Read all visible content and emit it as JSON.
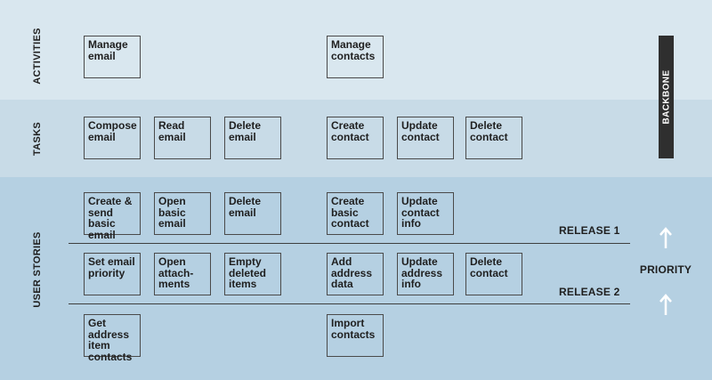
{
  "rows": {
    "activities": "ACTIVITIES",
    "tasks": "TASKS",
    "user_stories": "USER STORIES"
  },
  "activities": [
    "Manage\nemail",
    "Manage\ncontacts"
  ],
  "tasks": [
    "Compose\nemail",
    "Read\nemail",
    "Delete\nemail",
    "Create\ncontact",
    "Update\ncontact",
    "Delete\ncontact"
  ],
  "stories_release1": [
    "Create &\nsend basic\nemail",
    "Open\nbasic\nemail",
    "Delete\nemail",
    "Create\nbasic\ncontact",
    "Update\ncontact\ninfo"
  ],
  "stories_release2": [
    "Set email\npriority",
    "Open\nattach-\nments",
    "Empty\ndeleted\nitems",
    "Add\naddress\ndata",
    "Update\naddress\ninfo",
    "Delete\ncontact"
  ],
  "stories_later": [
    "Get address\nitem\ncontacts",
    "Import\ncontacts"
  ],
  "releases": [
    "RELEASE 1",
    "RELEASE 2"
  ],
  "backbone": "BACKBONE",
  "priority": "PRIORITY",
  "colors": {
    "activities_band": "#d9e7ef",
    "tasks_band": "#c8dbe7",
    "stories_band": "#b5d0e2",
    "backbone_bar": "#2f2f2f",
    "card_border": "#4a4a4a"
  },
  "icons": [
    "arrow-up-icon",
    "arrow-up-icon"
  ]
}
